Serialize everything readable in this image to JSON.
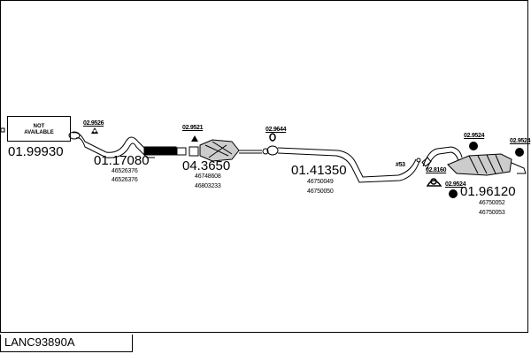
{
  "diagram": {
    "code": "LANC93890A",
    "not_available": [
      "NOT",
      "AVAILABLE"
    ],
    "parts": [
      {
        "number": "01.99930",
        "oe": []
      },
      {
        "number": "01.17080",
        "oe": [
          "46526376",
          "46526376"
        ]
      },
      {
        "number": "04.3650",
        "oe": [
          "46748608",
          "46803233"
        ]
      },
      {
        "number": "01.41350",
        "oe": [
          "46750049",
          "46750050"
        ]
      },
      {
        "number": "01.96120",
        "oe": [
          "46750052",
          "46750053"
        ]
      }
    ],
    "accessories": {
      "a1": "02.9526",
      "a2": "02.9521",
      "a3": "02.9644",
      "a4": "#53",
      "a5": "02.9524",
      "a6": "02.9524",
      "a7": "02.8160",
      "a8": "02.9524"
    }
  }
}
